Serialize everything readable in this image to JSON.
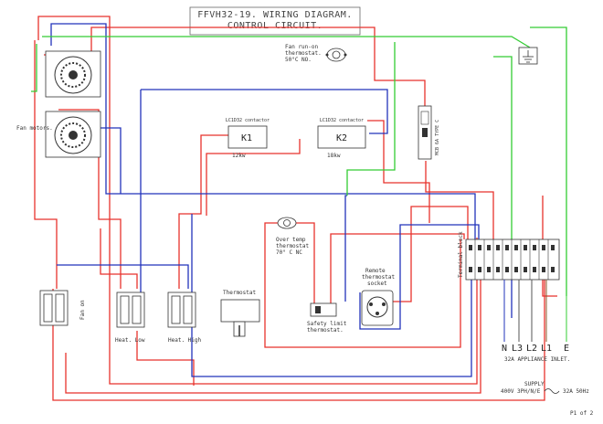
{
  "title": {
    "line1": "FFVH32-19. WIRING DIAGRAM.",
    "line2": "CONTROL CIRCUIT."
  },
  "components": {
    "fan_motors": "Fan motors.",
    "fan_runon": [
      "Fan run-on",
      "thermostat.",
      "50°C NO."
    ],
    "contactor_k1": {
      "id": "K1",
      "rating": "12kw",
      "note": "LC1D32 contactor"
    },
    "contactor_k2": {
      "id": "K2",
      "rating": "18kw",
      "note": "LC1D32 contactor"
    },
    "mcb": "MCB 6A TYPE C",
    "over_temp": [
      "Over temp",
      "thermostat",
      "70° C NC"
    ],
    "remote_socket": [
      "Remote",
      "thermostat",
      "socket"
    ],
    "thermostat": "Thermostat",
    "safety_limit": [
      "Safety limit",
      "thermostat."
    ],
    "terminal_block": "Terminal block",
    "switch_fan": "Fan on",
    "switch_low": "Heat. Low",
    "switch_high": "Heat. High"
  },
  "terminals": [
    "N",
    "L3",
    "L2",
    "L1",
    "E"
  ],
  "inlet_label": "32A APPLIANCE INLET.",
  "supply": {
    "line1": "SUPPLY",
    "line2": "400V 3PH/N/E",
    "line3": "32A 50Hz"
  },
  "page": "P1 of 2",
  "colors": {
    "live": "#e8322c",
    "neutral": "#2233bb",
    "earth": "#33cc33"
  }
}
